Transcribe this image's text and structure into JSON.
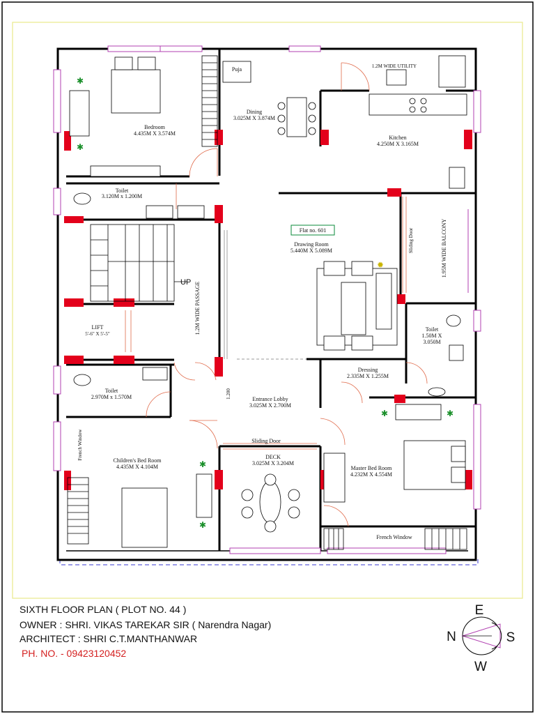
{
  "plan": {
    "flat_no": "Flat no. 601",
    "up_label": "UP",
    "dimension_1200": "1.200",
    "rooms": {
      "bedroom": {
        "name": "Bedroom",
        "size": "4.435M X 3.574M"
      },
      "puja": {
        "name": "Puja"
      },
      "dining": {
        "name": "Dining",
        "size": "3.025M X 3.874M"
      },
      "utility": {
        "name": "1.2M WIDE UTILITY"
      },
      "kitchen": {
        "name": "Kitchen",
        "size": "4.250M X 3.165M"
      },
      "toilet_top": {
        "name": "Toilet",
        "size": "3.120M x 1.200M"
      },
      "drawing": {
        "name": "Drawing Room",
        "size": "5.440M X 5.089M"
      },
      "balcony": {
        "name": "1.95M WIDE BALCONY"
      },
      "sliding_door_v": {
        "name": "Sliding Door"
      },
      "passage": {
        "name": "1.2M WIDE PASSAGE"
      },
      "lift": {
        "name": "LIFT",
        "size": "5'-6\" X 5'-5\""
      },
      "toilet_right": {
        "name": "Toilet",
        "size1": "1.50M X",
        "size2": "3.050M"
      },
      "dressing": {
        "name": "Dressing",
        "size": "2.335M X 1.255M"
      },
      "toilet_left": {
        "name": "Toilet",
        "size": "2.970M x 1.570M"
      },
      "lobby": {
        "name": "Entrance Lobby",
        "size": "3.025M X 2.700M"
      },
      "sliding_door_h": {
        "name": "Sliding Door"
      },
      "deck": {
        "name": "DECK",
        "size": "3.025M X 3.204M"
      },
      "children": {
        "name": "Children's Bed Room",
        "size": "4.435M X 4.104M"
      },
      "master": {
        "name": "Master Bed Room",
        "size": "4.232M X 4.554M"
      },
      "french_window_left": {
        "name": "French Window"
      },
      "french_window_bottom": {
        "name": "French Window"
      }
    }
  },
  "info": {
    "line1": "SIXTH FLOOR PLAN ( PLOT NO. 44 )",
    "line2": "OWNER : SHRI. VIKAS TAREKAR SIR  ( Narendra Nagar)",
    "line3": "ARCHITECT : SHRI C.T.MANTHANWAR",
    "phone": "PH. NO. - 09423120452"
  },
  "compass": {
    "north": "N",
    "east": "E",
    "south": "S",
    "west": "W"
  },
  "colors": {
    "wall": "#000000",
    "column": "#e3001b",
    "window": "#b03fb0",
    "door": "#e06a4a",
    "flat_label": "#0a8a3a",
    "plant": "#1a8f2a",
    "frame": "#e8e88a",
    "phone": "#d42020"
  }
}
